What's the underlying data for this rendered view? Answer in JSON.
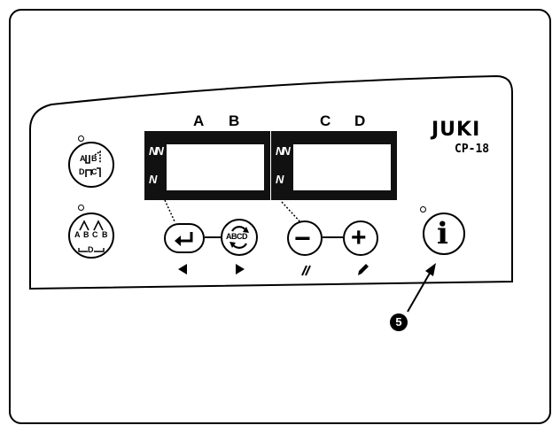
{
  "labels": {
    "a": "A",
    "b": "B",
    "c": "C",
    "d": "D"
  },
  "brand": {
    "logo": "JUKI",
    "model": "CP-18"
  },
  "pattern_keys": {
    "key1": {
      "a": "A",
      "b": "B",
      "c": "C",
      "d": "D"
    },
    "key2": {
      "a": "A",
      "b": "B",
      "c": "C",
      "d": "D"
    }
  },
  "keys": {
    "abcd_text": "ABCD",
    "info_glyph": "i",
    "minus_glyph": "−",
    "plus_glyph": "+"
  },
  "callout": {
    "number": "5"
  },
  "icons": {
    "enter": "enter-return-icon",
    "abcd_cycle": "abcd-cycle-icon",
    "left_arrow": "triangle-left-icon",
    "right_arrow": "triangle-right-icon",
    "clear": "double-slash-icon",
    "edit": "pencil-icon",
    "info": "info-icon"
  }
}
